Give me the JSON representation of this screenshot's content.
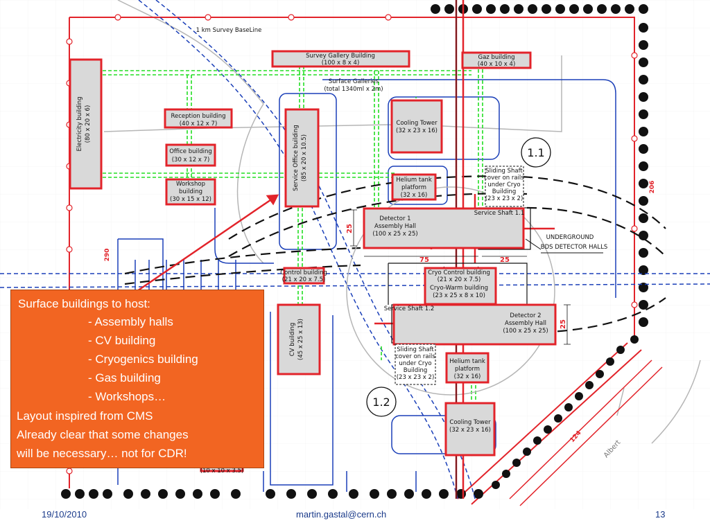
{
  "slide": {
    "date": "19/10/2010",
    "author": "martin.gastal@cern.ch",
    "page_number": "13"
  },
  "callout": {
    "lines": [
      "Surface buildings to host:",
      "- Assembly halls",
      "- CV building",
      "- Cryogenics building",
      "- Gas building",
      "- Workshops…",
      "Layout inspired from CMS",
      "Already clear that some changes",
      "will be necessary… not for CDR!"
    ]
  },
  "diagram": {
    "survey_baseline": "1 km Survey BaseLine",
    "surface_galleries": [
      "Surface Galleries",
      "(total 1340ml x 2m)"
    ],
    "underground_label": [
      "UNDERGROUND",
      "BDS DETECTOR HALLS"
    ],
    "markers": [
      "1.1",
      "1.2"
    ],
    "dimensions": [
      "290",
      "206",
      "25",
      "75",
      "25",
      "25",
      "124"
    ],
    "road_label": "Albert",
    "buildings": {
      "electricity": [
        "Electricity building",
        "(80 x 20 x 6)"
      ],
      "reception": [
        "Reception building",
        "(40 x 12 x 7)"
      ],
      "office": [
        "Office building",
        "(30 x 12 x 7)"
      ],
      "workshop": [
        "Workshop",
        "building",
        "(30 x 15 x 12)"
      ],
      "service_office": [
        "Service Office building",
        "(85 x 20 x 10.5)"
      ],
      "survey_gallery": [
        "Survey Gallery Building",
        "(100 x 8 x 4)"
      ],
      "gaz": [
        "Gaz building",
        "(40 x 10 x 4)"
      ],
      "cooling_tower_1": [
        "Cooling Tower",
        "(32 x 23 x 16)"
      ],
      "helium_tank_1": [
        "Helium tank",
        "platform",
        "(32 x 16)"
      ],
      "sliding_shaft_1": [
        "Sliding Shaft",
        "cover on rails",
        "under Cryo",
        "Building",
        "(23 x 23 x 2)"
      ],
      "service_shaft_1": "Service Shaft 1.1",
      "detector_1": [
        "Detector 1",
        "Assembly Hall",
        "(100 x 25 x 25)"
      ],
      "control": [
        "Control building",
        "(21 x 20 x 7.5)"
      ],
      "cryo": [
        "Cryo Control building",
        "(21 x 20 x 7.5)",
        "Cryo-Warm building",
        "(23 x 25 x 8 x 10)"
      ],
      "service_shaft_2": "Service Shaft 1.2",
      "detector_2": [
        "Detector 2",
        "Assembly Hall",
        "(100 x 25 x 25)"
      ],
      "cv": [
        "CV building",
        "(45 x 25 x 13)"
      ],
      "sliding_shaft_2": [
        "Sliding Shaft",
        "cover on rails",
        "under Cryo",
        "Building",
        "(23 x 23 x 2)"
      ],
      "helium_tank_2": [
        "Helium tank",
        "platform",
        "(32 x 16)"
      ],
      "cooling_tower_2": [
        "Cooling Tower",
        "(32 x 23 x 16)"
      ],
      "small_bottom": "(10 x 10 x 3.5)"
    }
  }
}
